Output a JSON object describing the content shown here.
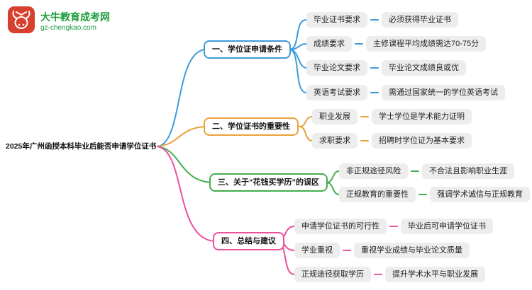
{
  "logo": {
    "icon": "bull-logo-icon",
    "site_name": "大牛教育成考网",
    "site_url": "gz-chengkao.com",
    "brand_red": "#d7402e",
    "brand_green": "#1e9e3e"
  },
  "root": {
    "title": "2025年广州函授本科毕业后能否申请学位证书"
  },
  "branches": [
    {
      "label": "一、学位证申请条件",
      "color": "#3e9bd8",
      "children": [
        {
          "label": "毕业证书要求",
          "value": "必须获得毕业证书"
        },
        {
          "label": "成绩要求",
          "value": "主修课程平均成绩需达70-75分"
        },
        {
          "label": "毕业论文要求",
          "value": "毕业论文成绩良或优"
        },
        {
          "label": "英语考试要求",
          "value": "需通过国家统一的学位英语考试"
        }
      ]
    },
    {
      "label": "二、学位证书的重要性",
      "color": "#e9a23b",
      "children": [
        {
          "label": "职业发展",
          "value": "学士学位是学术能力证明"
        },
        {
          "label": "求职要求",
          "value": "招聘时学位证为基本要求"
        }
      ]
    },
    {
      "label": "三、关于“花钱买学历”的误区",
      "color": "#44ad4f",
      "children": [
        {
          "label": "非正规途径风险",
          "value": "不合法且影响职业生涯"
        },
        {
          "label": "正规教育的重要性",
          "value": "强调学术诚信与正规教育"
        }
      ]
    },
    {
      "label": "四、总结与建议",
      "color": "#ec4f9e",
      "children": [
        {
          "label": "申请学位证书的可行性",
          "value": "毕业后可申请学位证书"
        },
        {
          "label": "学业重视",
          "value": "重视学业成绩与毕业论文质量"
        },
        {
          "label": "正规途径获取学历",
          "value": "提升学术水平与职业发展"
        }
      ]
    }
  ]
}
